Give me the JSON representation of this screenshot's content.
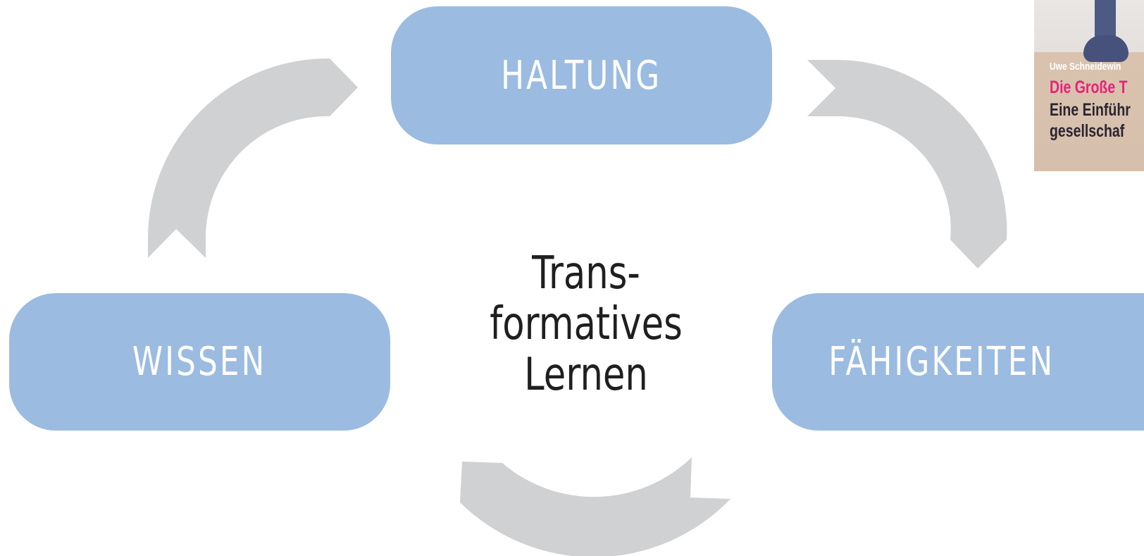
{
  "diagram": {
    "center_label_lines": [
      "Trans-",
      "formatives",
      "Lernen"
    ],
    "boxes": {
      "haltung": "HALTUNG",
      "wissen": "WISSEN",
      "faehigkeiten": "FÄHIGKEITEN"
    }
  },
  "book_cover": {
    "author": "Uwe Schneidewin",
    "title_line1": "Die Große T",
    "title_line2": "Eine Einführ",
    "title_line3": "gesellschaf"
  },
  "colors": {
    "box_fill": "#9bbbe1",
    "box_text": "#ffffff",
    "arrow_fill": "#d0d1d3",
    "center_text": "#1f1f1f",
    "book_title_accent": "#e8217b"
  }
}
